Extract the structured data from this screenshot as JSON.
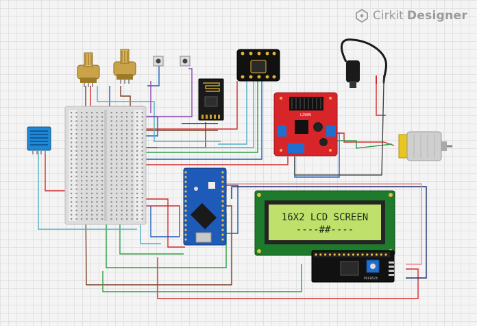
{
  "branding": {
    "brand": "Cirkit",
    "product": "Designer",
    "logo_icon": "cirkit-logo-icon"
  },
  "lcd": {
    "line1": "16X2 LCD SCREEN",
    "line2": "----##----"
  },
  "driver": {
    "label": "L298N"
  },
  "i2c": {
    "label": "PCF8574"
  },
  "colors": {
    "red": "#d22b2b",
    "blue": "#1f5fb5",
    "green": "#2f9e44",
    "teal": "#4fb0c6",
    "purple": "#8e44ad",
    "brown": "#7a3b1f",
    "pink": "#f08a8a",
    "navy": "#1c2e6b",
    "pcb_red": "#d8252a",
    "pcb_blue": "#1e5bb8",
    "lcd_green": "#bfe06a"
  }
}
